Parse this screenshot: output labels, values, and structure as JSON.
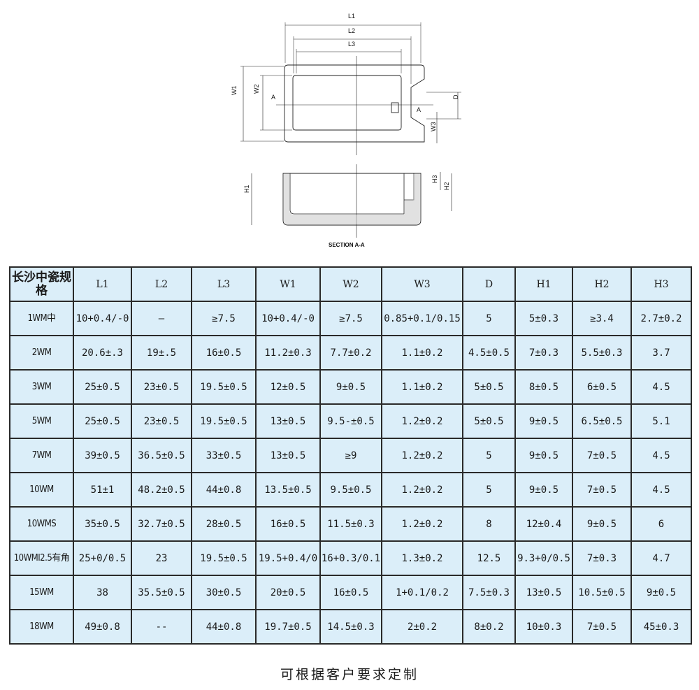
{
  "drawing": {
    "labels": {
      "L1": "L1",
      "L2": "L2",
      "L3": "L3",
      "W1": "W1",
      "W2": "W2",
      "W3": "W3",
      "D": "D",
      "H1": "H1",
      "H2": "H2",
      "H3": "H3",
      "A_left": "A",
      "A_right": "A",
      "section": "SECTION A-A"
    }
  },
  "table": {
    "corner": "长沙中瓷规格",
    "headers": [
      "L1",
      "L2",
      "L3",
      "W1",
      "W2",
      "W3",
      "D",
      "H1",
      "H2",
      "H3"
    ],
    "rows": [
      [
        "1WM中",
        "10+0.4/-0",
        "—",
        "≥7.5",
        "10+0.4/-0",
        "≥7.5",
        "0.85+0.1/0.15",
        "5",
        "5±0.3",
        "≥3.4",
        "2.7±0.2"
      ],
      [
        "2WM",
        "20.6±.3",
        "19±.5",
        "16±0.5",
        "11.2±0.3",
        "7.7±0.2",
        "1.1±0.2",
        "4.5±0.5",
        "7±0.3",
        "5.5±0.3",
        "3.7"
      ],
      [
        "3WM",
        "25±0.5",
        "23±0.5",
        "19.5±0.5",
        "12±0.5",
        "9±0.5",
        "1.1±0.2",
        "5±0.5",
        "8±0.5",
        "6±0.5",
        "4.5"
      ],
      [
        "5WM",
        "25±0.5",
        "23±0.5",
        "19.5±0.5",
        "13±0.5",
        "9.5-±0.5",
        "1.2±0.2",
        "5±0.5",
        "9±0.5",
        "6.5±0.5",
        "5.1"
      ],
      [
        "7WM",
        "39±0.5",
        "36.5±0.5",
        "33±0.5",
        "13±0.5",
        "≥9",
        "1.2±0.2",
        "5",
        "9±0.5",
        "7±0.5",
        "4.5"
      ],
      [
        "10WM",
        "51±1",
        "48.2±0.5",
        "44±0.8",
        "13.5±0.5",
        "9.5±0.5",
        "1.2±0.2",
        "5",
        "9±0.5",
        "7±0.5",
        "4.5"
      ],
      [
        "10WMS",
        "35±0.5",
        "32.7±0.5",
        "28±0.5",
        "16±0.5",
        "11.5±0.3",
        "1.2±0.2",
        "8",
        "12±0.4",
        "9±0.5",
        "6"
      ],
      [
        "10WMI2.5有角",
        "25+0/0.5",
        "23",
        "19.5±0.5",
        "19.5+0.4/0",
        "16+0.3/0.1",
        "1.3±0.2",
        "12.5",
        "9.3+0/0.5",
        "7±0.3",
        "4.7"
      ],
      [
        "15WM",
        "38",
        "35.5±0.5",
        "30±0.5",
        "20±0.5",
        "16±0.5",
        "1+0.1/0.2",
        "7.5±0.3",
        "13±0.5",
        "10.5±0.5",
        "9±0.5"
      ],
      [
        "18WM",
        "49±0.8",
        "--",
        "44±0.8",
        "19.7±0.5",
        "14.5±0.3",
        "2±0.2",
        "8±0.2",
        "10±0.3",
        "7±0.5",
        "45±0.3"
      ]
    ]
  },
  "footer": {
    "text": "可根据客户要求定制"
  }
}
